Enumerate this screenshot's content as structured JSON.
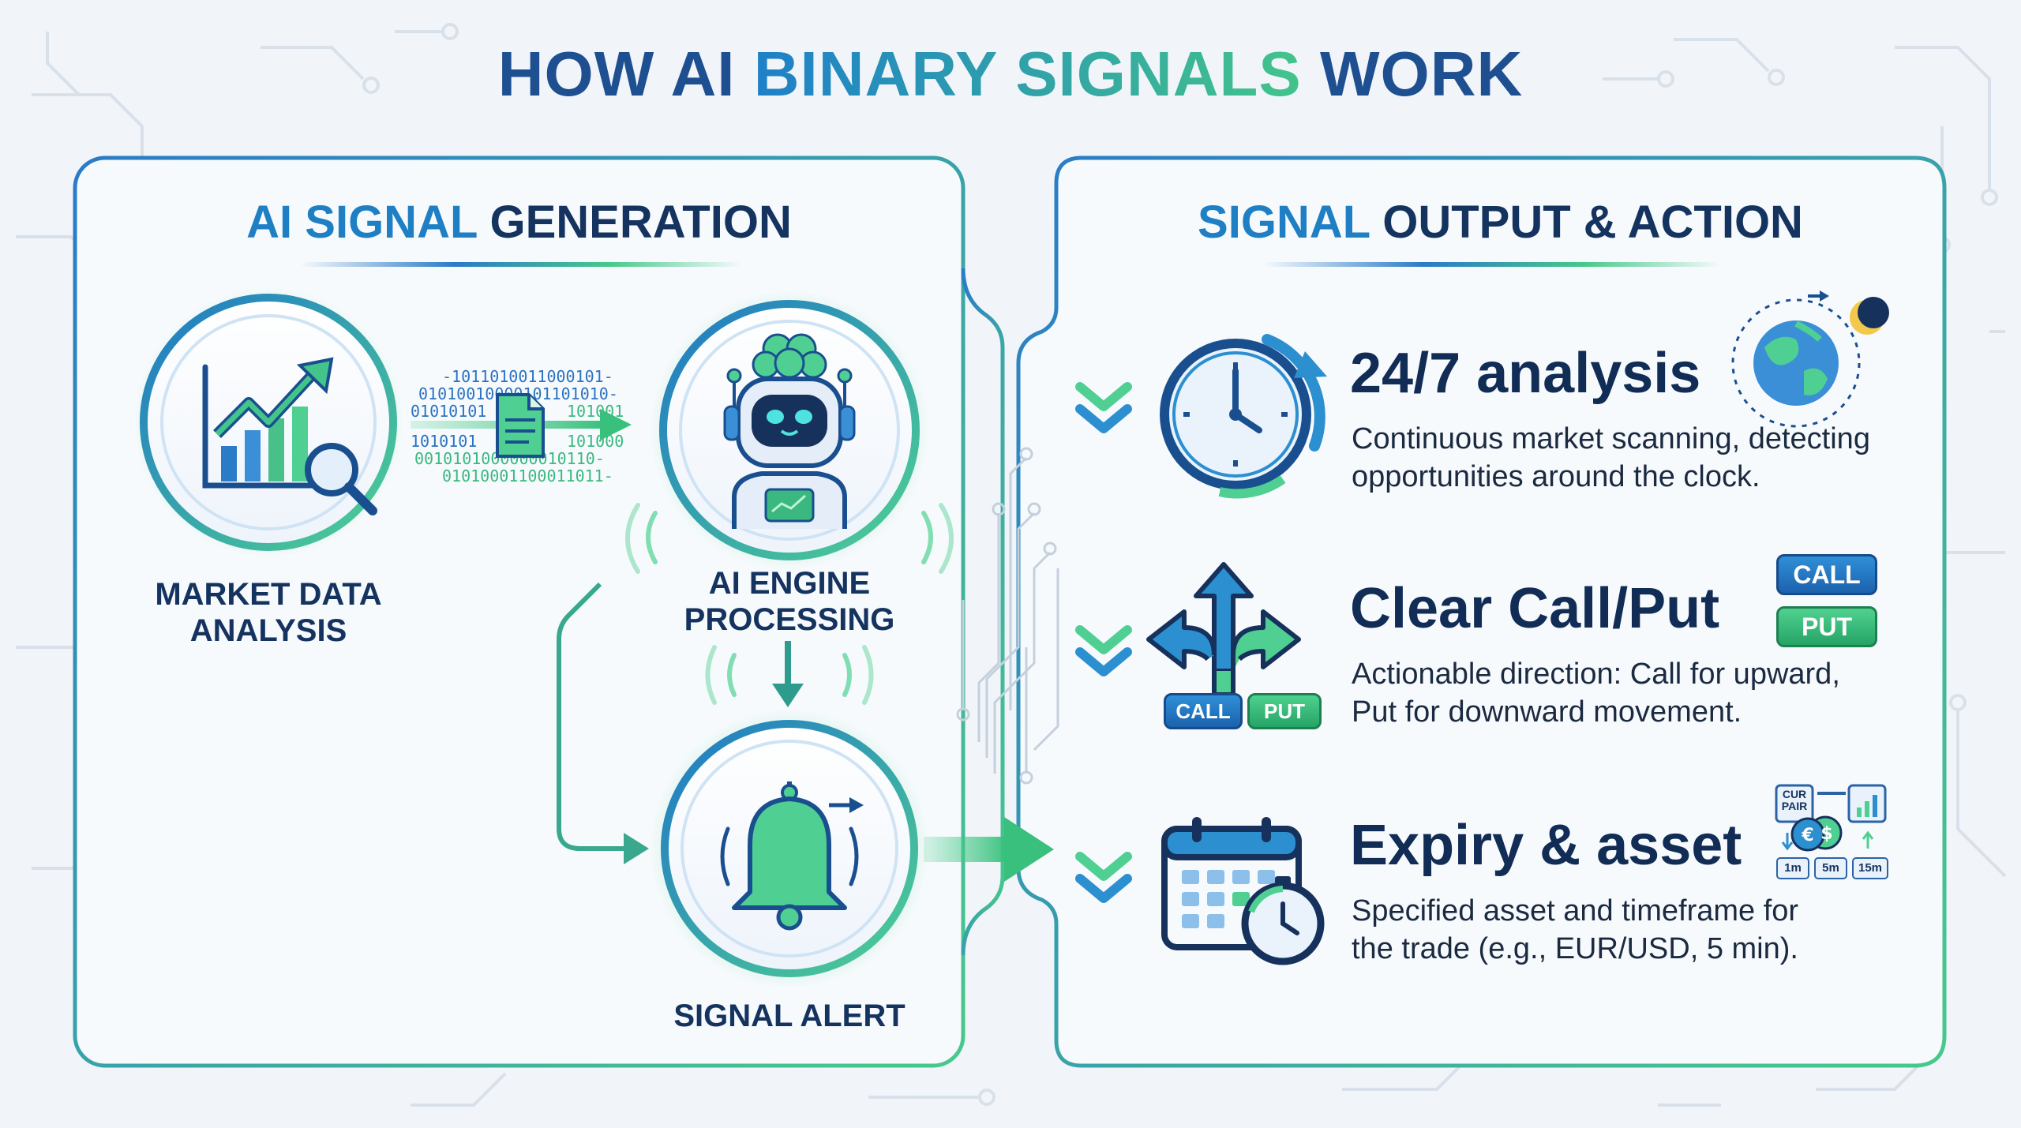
{
  "title": {
    "part1": "HOW AI ",
    "part2": "BINARY SIGNALS",
    "part3": " WORK"
  },
  "left_panel": {
    "title_accent": "AI SIGNAL",
    "title_rest": " GENERATION",
    "nodes": {
      "market": {
        "line1": "MARKET DATA",
        "line2": "ANALYSIS",
        "icon": "chart-magnifier-icon"
      },
      "engine": {
        "line1": "AI ENGINE",
        "line2": "PROCESSING",
        "icon": "robot-icon"
      },
      "alert": {
        "line1": "SIGNAL ALERT",
        "icon": "bell-icon"
      }
    },
    "binary_stream": [
      "1011010011000101",
      "01010010000101101010",
      "01010101",
      "101001",
      "1010101",
      "101000",
      "0010101000000010110",
      "01010001100011011"
    ]
  },
  "right_panel": {
    "title_accent": "SIGNAL",
    "title_rest": " OUTPUT & ACTION",
    "features": [
      {
        "title": "24/7 analysis",
        "desc_line1": "Continuous market scanning, detecting",
        "desc_line2": "opportunities around the clock.",
        "icon": "clock-icon",
        "side_icon": "globe-icon"
      },
      {
        "title": "Clear Call/Put",
        "desc_line1": "Actionable direction: Call for upward,",
        "desc_line2": "Put for downward movement.",
        "icon": "direction-arrows-icon",
        "call_label": "CALL",
        "put_label": "PUT"
      },
      {
        "title": "Expiry & asset",
        "desc_line1": "Specified asset and timeframe for",
        "desc_line2": "the trade (e.g., EUR/USD, 5 min).",
        "icon": "calendar-stopwatch-icon",
        "pair_label": "CUR PAIR",
        "timeframes": [
          "1m",
          "5m",
          "15m"
        ]
      }
    ]
  },
  "colors": {
    "navy": "#15335f",
    "blue": "#1f7fc4",
    "green": "#3cc485",
    "panel_bg": "#f7fafd"
  }
}
